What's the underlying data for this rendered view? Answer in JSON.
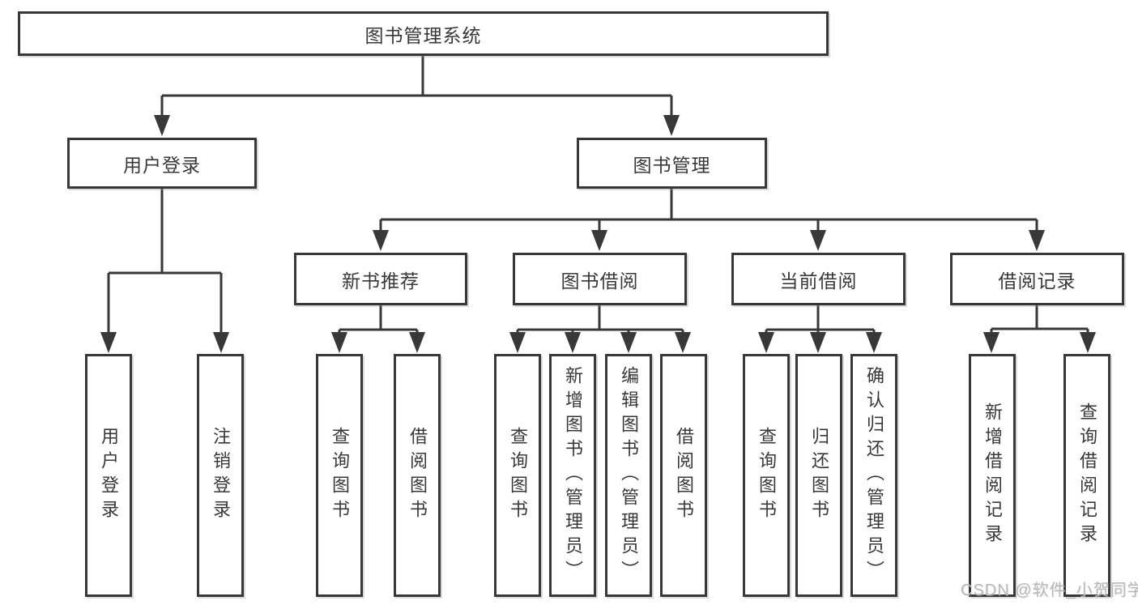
{
  "page": {
    "background": "#ffffff"
  },
  "colors": {
    "line": "#383838",
    "text": "#383838",
    "watermark": "#b8b8b8"
  },
  "watermark": {
    "text": "CSDN @软件_小贺同学"
  },
  "diagram": {
    "type": "tree",
    "root": {
      "label": "图书管理系统"
    },
    "branches": [
      {
        "label": "用户登录",
        "children": [
          "用户登录",
          "注销登录"
        ]
      },
      {
        "label": "图书管理",
        "children": [
          {
            "label": "新书推荐",
            "children": [
              "查询图书",
              "借阅图书"
            ]
          },
          {
            "label": "图书借阅",
            "children": [
              "查询图书",
              "新增图书（管理员）",
              "编辑图书（管理员）",
              "借阅图书"
            ]
          },
          {
            "label": "当前借阅",
            "children": [
              "查询图书",
              "归还图书",
              "确认归还（管理员）"
            ]
          },
          {
            "label": "借阅记录",
            "children": [
              "新增借阅记录",
              "查询借阅记录"
            ]
          }
        ]
      }
    ]
  }
}
